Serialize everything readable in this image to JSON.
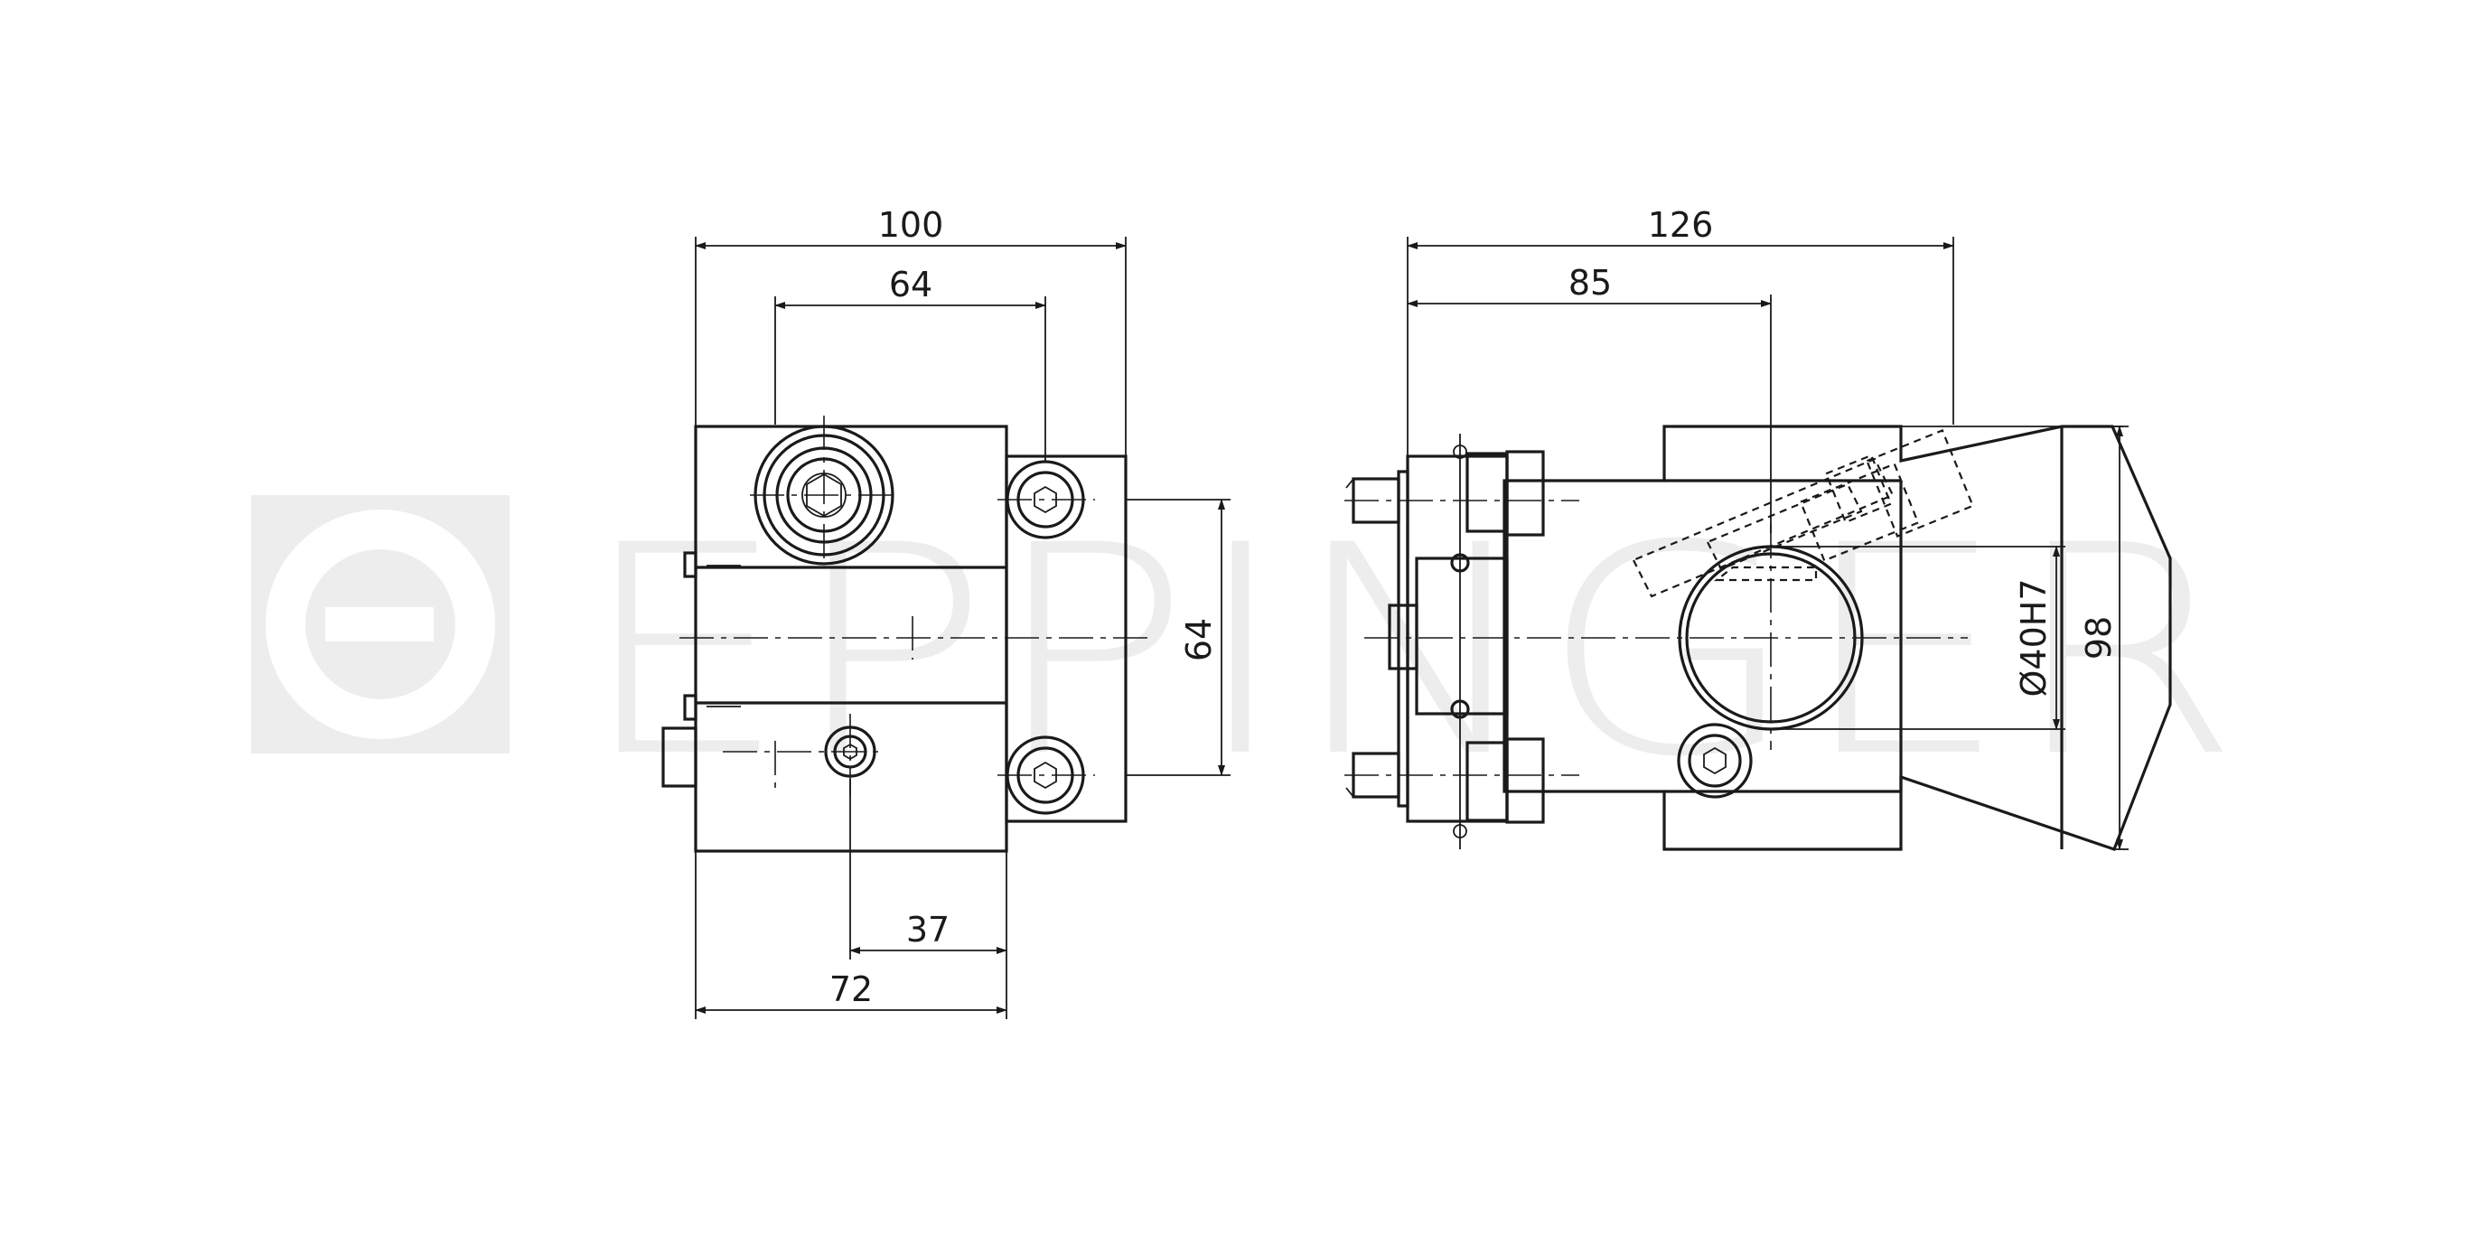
{
  "watermark": {
    "text": "EPPINGER",
    "color": "#ededed"
  },
  "left_view": {
    "dimensions": {
      "overall_width": "100",
      "bolt_spacing_horizontal": "64",
      "bolt_spacing_vertical": "64",
      "offset_hole": "37",
      "body_width": "72"
    }
  },
  "right_view": {
    "dimensions": {
      "overall_length": "126",
      "bore_center_distance": "85",
      "bore_diameter": "Ø40H7",
      "overall_height": "98"
    }
  }
}
